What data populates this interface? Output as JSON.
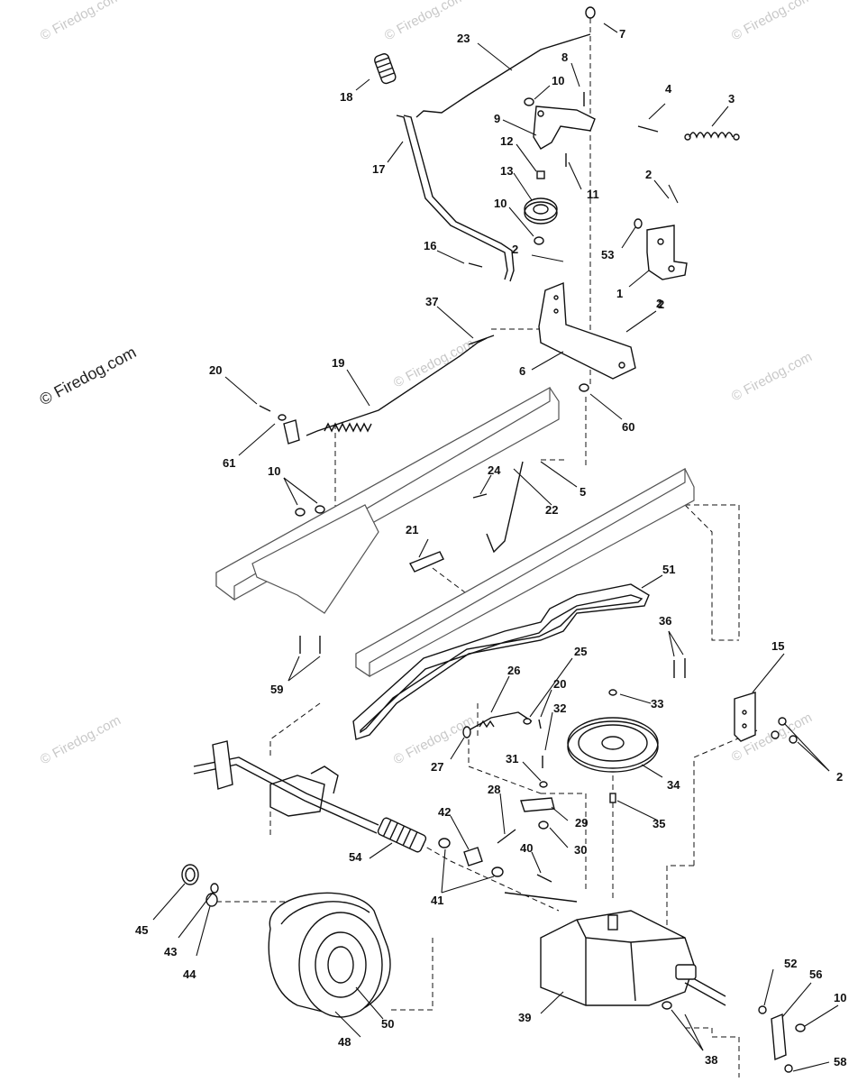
{
  "watermarks": [
    {
      "text": "© Firedog.com",
      "style": "light"
    },
    {
      "text": "© Firedog.com",
      "style": "light"
    },
    {
      "text": "© Firedog.com",
      "style": "light"
    },
    {
      "text": "© Firedog.com",
      "style": "dark"
    },
    {
      "text": "© Firedog.com",
      "style": "light"
    },
    {
      "text": "© Firedog.com",
      "style": "light"
    },
    {
      "text": "© Firedog.com",
      "style": "light"
    },
    {
      "text": "© Firedog.com",
      "style": "light"
    },
    {
      "text": "© Firedog.com",
      "style": "light"
    }
  ],
  "callouts": [
    "7",
    "23",
    "8",
    "10",
    "4",
    "3",
    "18",
    "9",
    "12",
    "13",
    "10",
    "11",
    "17",
    "2",
    "2",
    "53",
    "16",
    "2",
    "1",
    "37",
    "2",
    "19",
    "6",
    "20",
    "60",
    "61",
    "10",
    "24",
    "5",
    "22",
    "21",
    "51",
    "36",
    "15",
    "59",
    "25",
    "26",
    "20",
    "32",
    "33",
    "2",
    "27",
    "31",
    "34",
    "28",
    "29",
    "35",
    "42",
    "40",
    "30",
    "54",
    "45",
    "41",
    "43",
    "44",
    "39",
    "52",
    "56",
    "10",
    "38",
    "50",
    "48",
    "58"
  ],
  "colors": {
    "line": "#111111",
    "watermark": "#c9c9c9",
    "background": "#ffffff"
  }
}
